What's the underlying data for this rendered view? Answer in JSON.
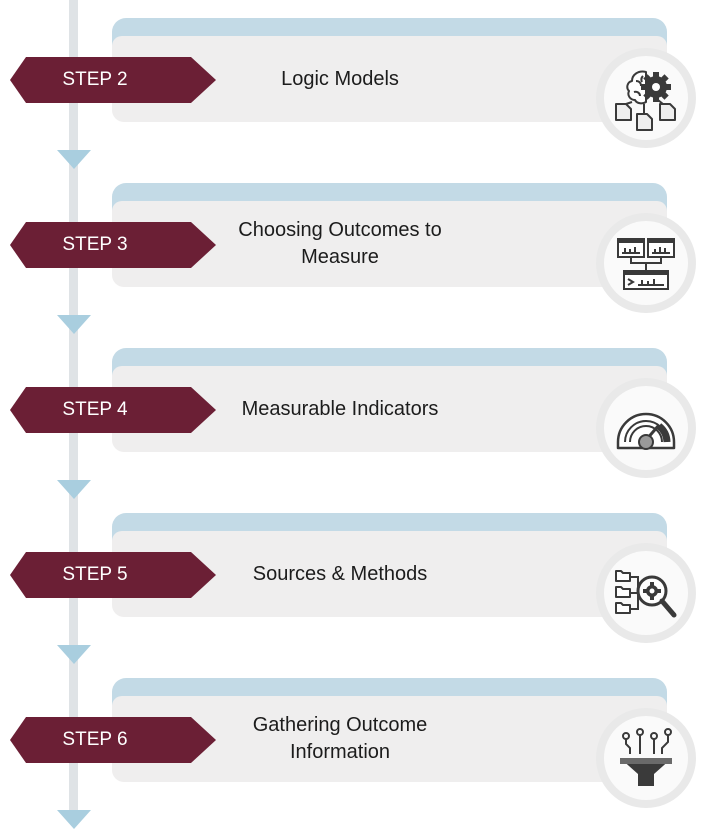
{
  "steps": [
    {
      "tag": "STEP 2",
      "title": "Logic Models",
      "icon": "brain-gear-documents-icon"
    },
    {
      "tag": "STEP 3",
      "title": "Choosing Outcomes to\nMeasure",
      "icon": "dashboard-windows-icon"
    },
    {
      "tag": "STEP 4",
      "title": "Measurable Indicators",
      "icon": "gauge-icon"
    },
    {
      "tag": "STEP 5",
      "title": "Sources & Methods",
      "icon": "folders-magnifier-icon"
    },
    {
      "tag": "STEP 6",
      "title": "Gathering Outcome\nInformation",
      "icon": "funnel-icon"
    }
  ],
  "colors": {
    "tag": "#6b1f35",
    "card": "#efeeee",
    "card_top": "#c3dae6",
    "arrow": "#a9cedf",
    "timeline": "#dfe3e6"
  }
}
